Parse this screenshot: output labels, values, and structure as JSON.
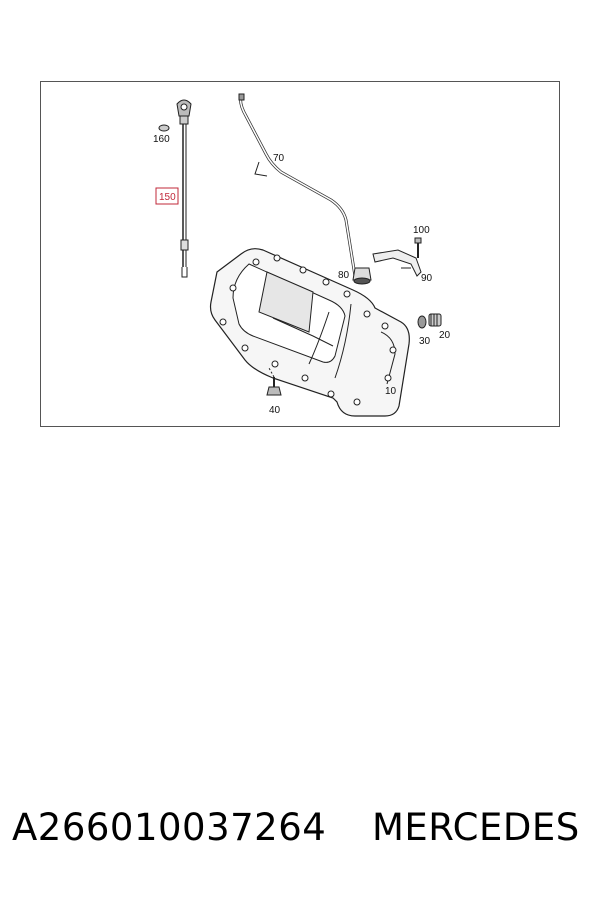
{
  "diagram": {
    "callouts": {
      "c160": "160",
      "c150": "150",
      "c70": "70",
      "c100": "100",
      "c80": "80",
      "c90": "90",
      "c30": "30",
      "c20": "20",
      "c10": "10",
      "c40": "40"
    },
    "highlight_color": "#c0283a"
  },
  "caption": {
    "part_number": "A266010037264",
    "brand": "MERCEDES"
  }
}
